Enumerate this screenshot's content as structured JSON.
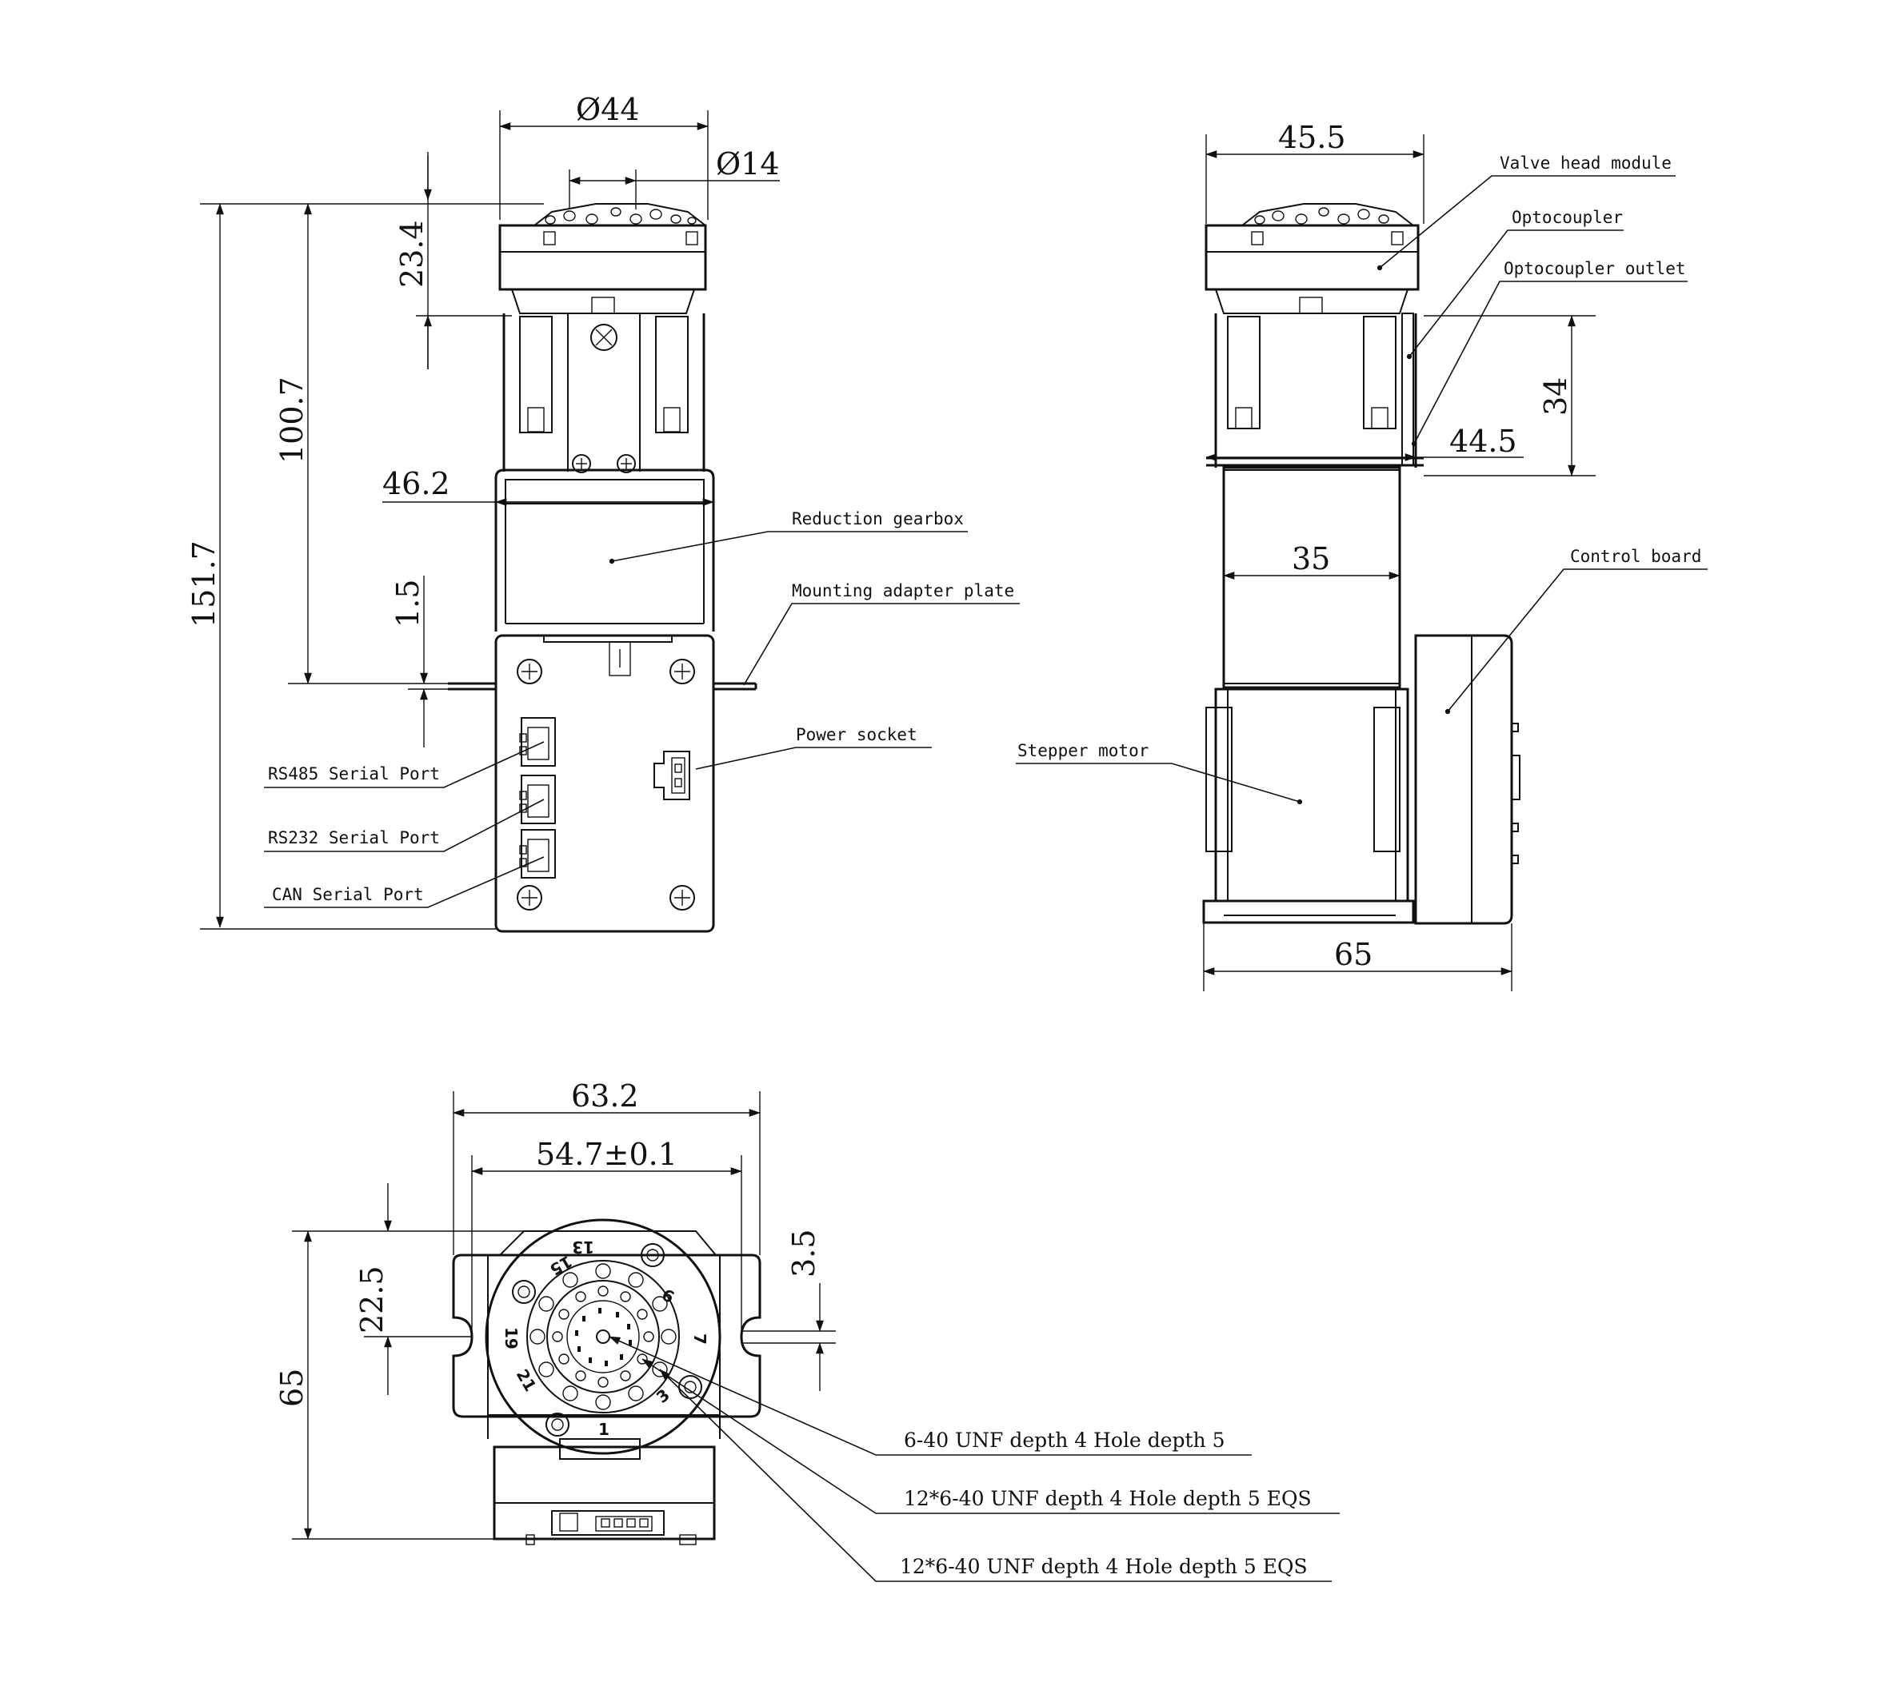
{
  "dimensions": {
    "front_d44": "Ø44",
    "front_d14": "Ø14",
    "front_h234": "23.4",
    "front_h1007": "100.7",
    "front_h1517": "151.7",
    "front_w462": "46.2",
    "front_h15": "1.5",
    "side_w455": "45.5",
    "side_h34": "34",
    "side_w445": "44.5",
    "side_w35": "35",
    "side_w65": "65",
    "bottom_w632": "63.2",
    "bottom_w547": "54.7±0.1",
    "bottom_h225": "22.5",
    "bottom_h35": "3.5",
    "bottom_h65": "65"
  },
  "labels": {
    "reduction_gearbox": "Reduction gearbox",
    "mounting_adapter_plate": "Mounting adapter plate",
    "power_socket": "Power socket",
    "rs485": "RS485 Serial Port",
    "rs232": "RS232 Serial Port",
    "can": "CAN Serial Port",
    "valve_head_module": "Valve head module",
    "optocoupler": "Optocoupler",
    "optocoupler_outlet": "Optocoupler outlet",
    "control_board": "Control board",
    "stepper_motor": "Stepper motor",
    "hole_center": "6-40 UNF depth 4 Hole depth 5",
    "hole_inner": "12*6-40 UNF depth 4 Hole depth 5 EQS",
    "hole_outer": "12*6-40 UNF depth 4 Hole depth 5 EQS"
  },
  "port_numbers": [
    "13",
    "15",
    "9",
    "7",
    "19",
    "21",
    "3",
    "1"
  ]
}
